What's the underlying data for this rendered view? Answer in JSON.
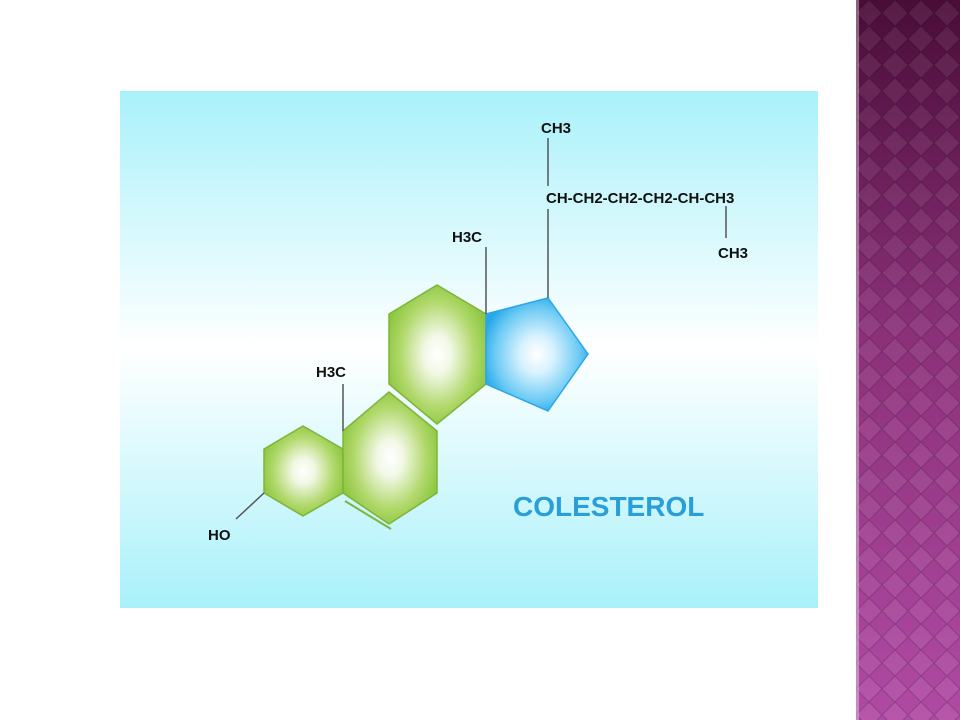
{
  "diagram": {
    "title": "COLESTEROL",
    "labels": {
      "hydroxyl": "HO",
      "methyl_a_ring": "H3C",
      "methyl_c_ring": "H3C",
      "chain_top_methyl": "CH3",
      "side_chain": "CH-CH2-CH2-CH2-CH-CH3",
      "chain_bottom_methyl": "CH3"
    }
  },
  "colors": {
    "hexagon_ring": "#8cc63f",
    "pentagon_ring": "#29a8e8",
    "title": "#2a9ed8",
    "panel_background": "#b8f4fb",
    "side_band_top": "#4a0c38",
    "side_band_bottom": "#b04aa4"
  }
}
